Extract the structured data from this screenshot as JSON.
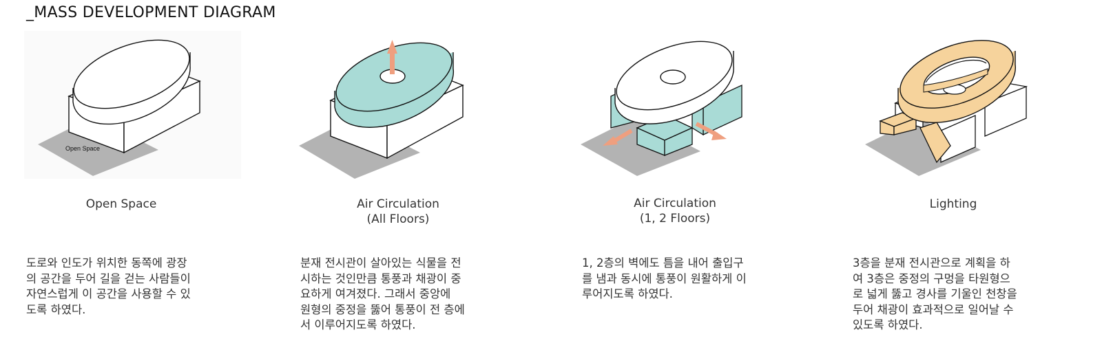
{
  "title": "_MASS DEVELOPMENT DIAGRAM",
  "colors": {
    "teal": "#a9dbd6",
    "orange_arrow": "#ef9f7f",
    "sand": "#f6d39c",
    "shadow": "#b3b3b3",
    "stroke": "#111111"
  },
  "panels": [
    {
      "diagram_label": "Open Space",
      "caption": [
        "Open Space"
      ],
      "description": [
        "도로와 인도가 위치한 동쪽에 광장",
        "의 공간을 두어 길을 걷는 사람들이",
        "자연스럽게 이 공간을 사용할 수 있",
        "도록 하였다."
      ]
    },
    {
      "caption": [
        "Air Circulation",
        "(All Floors)"
      ],
      "description": [
        "분재 전시관이 살아있는 식물을 전",
        "시하는 것인만큼 통풍과 채광이 중",
        "요하게 여겨졌다. 그래서 중앙에",
        "원형의 중정을 뚫어 통풍이 전 층에",
        "서 이루어지도록 하였다."
      ]
    },
    {
      "caption": [
        "Air Circulation",
        "(1, 2 Floors)"
      ],
      "description": [
        "1, 2층의 벽에도 틈을 내어 출입구",
        "를 냄과 동시에 통풍이 원활하게 이",
        "루어지도록 하였다."
      ]
    },
    {
      "caption": [
        "Lighting"
      ],
      "description": [
        "3층을 분재 전시관으로 계획을 하",
        "여 3층은 중정의 구멍을 타원형으",
        "로 넓게 뚫고 경사를 기울인 천창을",
        "두어 채광이 효과적으로 일어날 수",
        "있도록 하였다."
      ]
    }
  ]
}
